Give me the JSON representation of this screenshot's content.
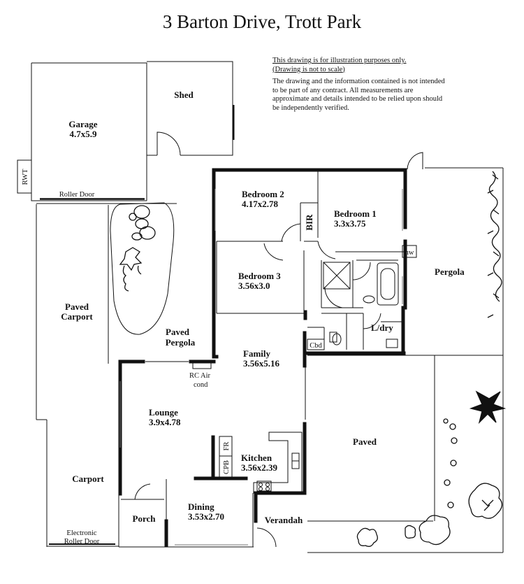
{
  "title": "3 Barton Drive,  Trott Park",
  "disclaimer": {
    "line1": "This drawing is for illustration purposes only.",
    "line2": "(Drawing is not to scale)",
    "body": "The drawing and the information contained is not intended to be part of any contract.  All measurements are approximate and details intended to be relied upon should be independently verified."
  },
  "rooms": {
    "garage": {
      "name": "Garage",
      "size": "4.7x5.9"
    },
    "shed": {
      "name": "Shed"
    },
    "rwt": "RWT",
    "roller_door": "Roller Door",
    "bedroom2": {
      "name": "Bedroom 2",
      "size": "4.17x2.78"
    },
    "bir": "BIR",
    "bedroom1": {
      "name": "Bedroom 1",
      "size": "3.3x3.75"
    },
    "hw": "hw",
    "bedroom3": {
      "name": "Bedroom 3",
      "size": "3.56x3.0"
    },
    "pergola": {
      "name": "Pergola"
    },
    "paved_carport": {
      "line1": "Paved",
      "line2": "Carport"
    },
    "paved_pergola": {
      "line1": "Paved",
      "line2": "Pergola"
    },
    "family": {
      "name": "Family",
      "size": "3.56x5.16"
    },
    "cbd": "Cbd",
    "ldry": "L/dry",
    "rc_air": {
      "line1": "RC Air",
      "line2": "cond"
    },
    "lounge": {
      "name": "Lounge",
      "size": "3.9x4.78"
    },
    "paved": {
      "name": "Paved"
    },
    "fr": "FR",
    "cpb": "CPB",
    "kitchen": {
      "name": "Kitchen",
      "size": "3.56x2.39"
    },
    "carport": {
      "name": "Carport"
    },
    "porch": {
      "name": "Porch"
    },
    "dining": {
      "name": "Dining",
      "size": "3.53x2.70"
    },
    "verandah": {
      "name": "Verandah"
    },
    "electronic_roller_door": {
      "line1": "Electronic",
      "line2": "Roller Door"
    }
  }
}
